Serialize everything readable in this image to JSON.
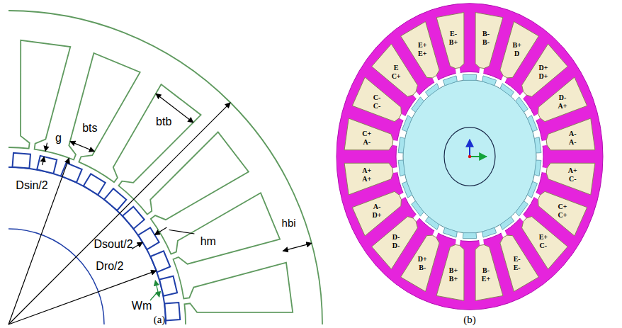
{
  "diagram": {
    "labels": [
      "g",
      "bts",
      "btb",
      "Dsin/2",
      "hm",
      "hbi",
      "Dsout/2",
      "Wm",
      "Dro/2",
      "(a)",
      "E-",
      "B+",
      "B-",
      "B-",
      "B+",
      "D",
      "D+",
      "D+",
      "D-",
      "A+",
      "A-",
      "A-",
      "A+",
      "C-",
      "C+",
      "C+",
      "E+",
      "C-",
      "E-",
      "E-",
      "B-",
      "E+",
      "B+",
      "B+",
      "D+",
      "B-",
      "D-",
      "D-",
      "A-",
      "D+",
      "A+",
      "A+",
      "C+",
      "A-",
      "C-",
      "C-",
      "E",
      "C+",
      "E+",
      "E+",
      "(b)"
    ]
  }
}
